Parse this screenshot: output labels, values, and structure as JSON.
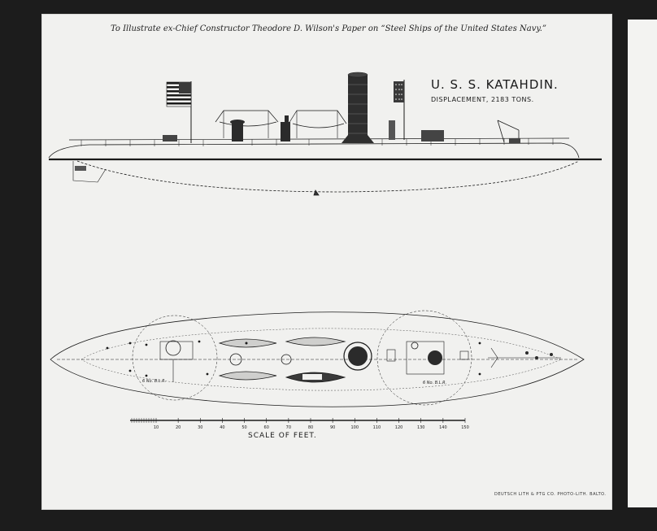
{
  "caption": "To Illustrate ex-Chief Constructor Theodore D. Wilson's Paper on “Steel Ships of the United States Navy.”",
  "ship_name": "U. S. S. KATAHDIN.",
  "displacement": "DISPLACEMENT, 2183 TONS.",
  "scale_caption": "SCALE OF FEET.",
  "scale_ticks": [
    "10",
    "20",
    "30",
    "40",
    "50",
    "60",
    "70",
    "80",
    "90",
    "100",
    "110",
    "120",
    "130",
    "140",
    "150"
  ],
  "printer": "DEUTSCH LITH & PTG CO. PHOTO-LITH. BALTO.",
  "turret_labels": [
    "6 No. B.L.R.",
    "6 No. B.L.R."
  ]
}
